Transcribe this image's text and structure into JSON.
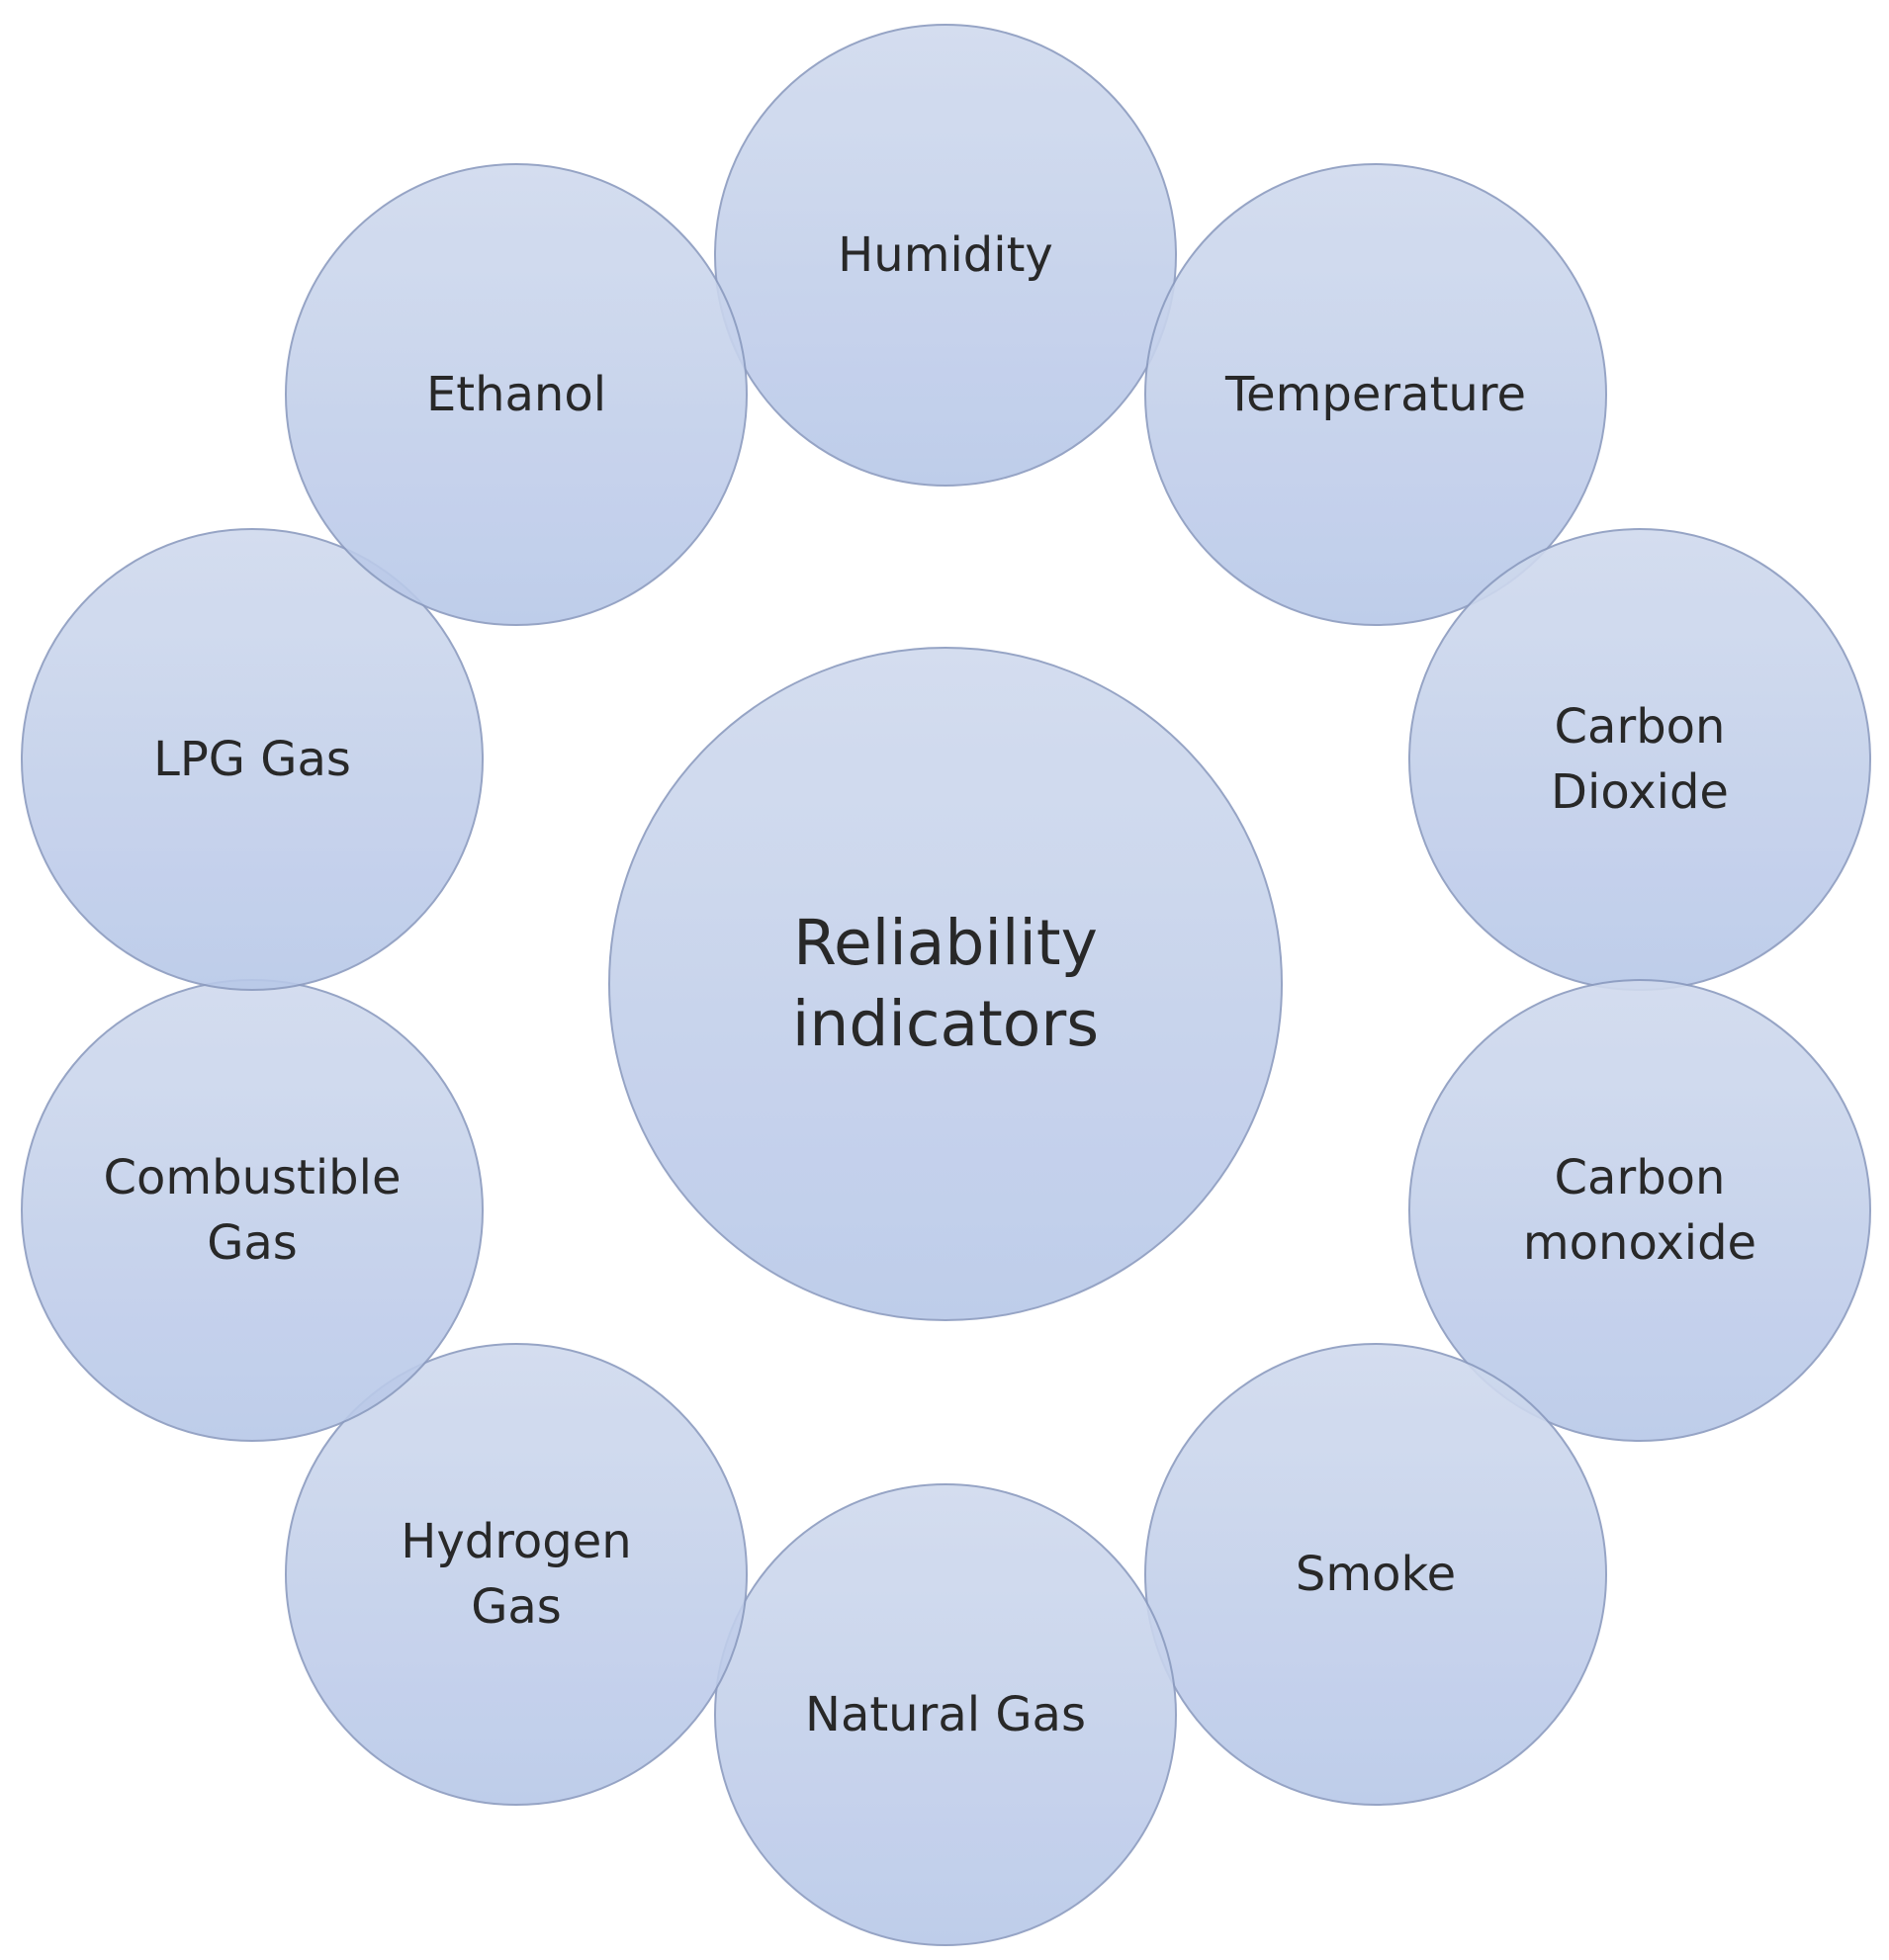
{
  "center": {
    "label": "Reliability\nindicators"
  },
  "indicators": [
    {
      "label": "Humidity"
    },
    {
      "label": "Temperature"
    },
    {
      "label": "Carbon\nDioxide"
    },
    {
      "label": "Carbon\nmonoxide"
    },
    {
      "label": "Smoke"
    },
    {
      "label": "Natural Gas"
    },
    {
      "label": "Hydrogen\nGas"
    },
    {
      "label": "Combustible\nGas"
    },
    {
      "label": "LPG Gas"
    },
    {
      "label": "Ethanol"
    }
  ],
  "colors": {
    "circle_fill_top": "#d0daee",
    "circle_fill_bottom": "#b8c8e8",
    "circle_border": "#8b9bbf",
    "text": "#111111"
  }
}
